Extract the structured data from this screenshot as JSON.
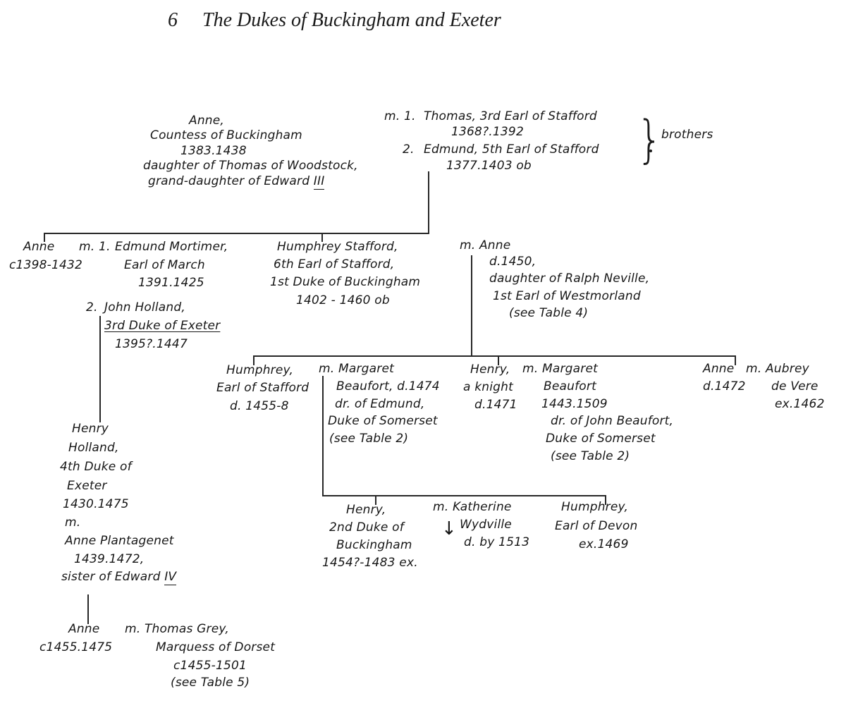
{
  "header": {
    "page_number": "6",
    "title": "The Dukes of Buckingham and Exeter"
  },
  "tree": {
    "anne_countess": {
      "name": "Anne,",
      "title": "Countess of Buckingham",
      "dates": "1383.1438",
      "parentage": "daughter of Thomas of Woodstock,",
      "descent_pre": "grand-daughter of Edward ",
      "descent_numeral": "III"
    },
    "husbands": {
      "first_prefix": "m. 1.",
      "first_name": "Thomas, 3rd Earl of Stafford",
      "first_dates": "1368?.1392",
      "second_prefix": "2.",
      "second_name": "Edmund, 5th Earl of Stafford",
      "second_dates": "1377.1403 ob",
      "brace": "}",
      "brace_note": "brothers"
    },
    "anne_mortimer": {
      "name": "Anne",
      "dates": "c1398-1432"
    },
    "edmund_mortimer": {
      "prefix": "m. 1.",
      "name": "Edmund Mortimer,",
      "title": "Earl of March",
      "dates": "1391.1425"
    },
    "john_holland": {
      "prefix": "2.",
      "name": "John Holland,",
      "title": "3rd Duke of Exeter",
      "dates": "1395?.1447"
    },
    "humphrey_stafford_duke": {
      "name": "Humphrey Stafford,",
      "title1": "6th Earl of Stafford,",
      "title2": "1st Duke of Buckingham",
      "dates": "1402 - 1460 ob"
    },
    "anne_neville": {
      "prefix_name": "m. Anne",
      "dates": "d.1450,",
      "parentage": "daughter of Ralph Neville,",
      "father_title": "1st Earl of Westmorland",
      "ref": "(see Table 4)"
    },
    "humphrey_earl_stafford": {
      "name": "Humphrey,",
      "title": "Earl of Stafford",
      "dates": "d. 1455-8"
    },
    "margaret_beaufort_elder": {
      "l1": "m. Margaret",
      "l2": "Beaufort, d.1474",
      "l3": "dr. of Edmund,",
      "l4": "Duke of Somerset",
      "l5": "(see Table 2)"
    },
    "henry_knight": {
      "name": "Henry,",
      "desc": "a knight",
      "dates": "d.1471"
    },
    "margaret_beaufort_younger": {
      "l1": "m. Margaret",
      "l2": "Beaufort",
      "l3": "1443.1509",
      "l4": "dr. of John Beaufort,",
      "l5": "Duke of Somerset",
      "l6": "(see Table 2)"
    },
    "anne_stafford": {
      "name": "Anne",
      "dates": "d.1472"
    },
    "aubrey_de_vere": {
      "prefix_name": "m. Aubrey",
      "surname": "de Vere",
      "dates": "ex.1462"
    },
    "henry_holland": {
      "l1": "Henry",
      "l2": "Holland,",
      "l3": "4th Duke of",
      "l4": "Exeter",
      "l5": "1430.1475",
      "l6": "m.",
      "l7": "Anne Plantagenet",
      "l8": "1439.1472,",
      "l9_pre": "sister of Edward ",
      "l9_numeral": "IV"
    },
    "anne_holland": {
      "name": "Anne",
      "dates": "c1455.1475"
    },
    "thomas_grey": {
      "l1": "m. Thomas Grey,",
      "l2": "Marquess of Dorset",
      "l3": "c1455-1501",
      "l4": "(see Table 5)"
    },
    "henry_2nd_duke": {
      "l1": "Henry,",
      "l2": "2nd Duke of",
      "l3": "Buckingham",
      "l4": "1454?-1483 ex."
    },
    "katherine_wydville": {
      "l1": "m. Katherine",
      "l2": "Wydville",
      "l3": "d. by 1513",
      "arrow": "↓"
    },
    "humphrey_devon": {
      "l1": "Humphrey,",
      "l2": "Earl of Devon",
      "l3": "ex.1469"
    }
  }
}
